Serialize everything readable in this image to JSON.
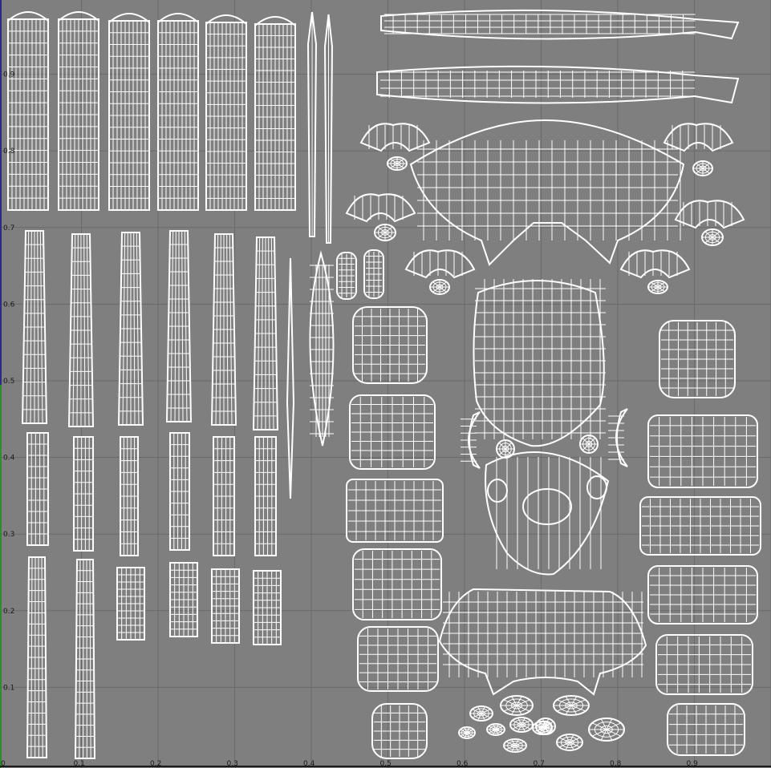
{
  "uv_editor": {
    "background_color": "#808080",
    "grid_color": "#6a6a6a",
    "wire_color": "#ffffff",
    "u_axis_color": "#1a1a1a",
    "v_axis_color": "#2e8b2e",
    "u_ticks": [
      "0",
      "0.1",
      "0.2",
      "0.3",
      "0.4",
      "0.5",
      "0.6",
      "0.7",
      "0.8",
      "0.9"
    ],
    "v_ticks": [
      "0.1",
      "0.2",
      "0.3",
      "0.4",
      "0.5",
      "0.6",
      "0.7",
      "0.8",
      "0.9"
    ]
  }
}
